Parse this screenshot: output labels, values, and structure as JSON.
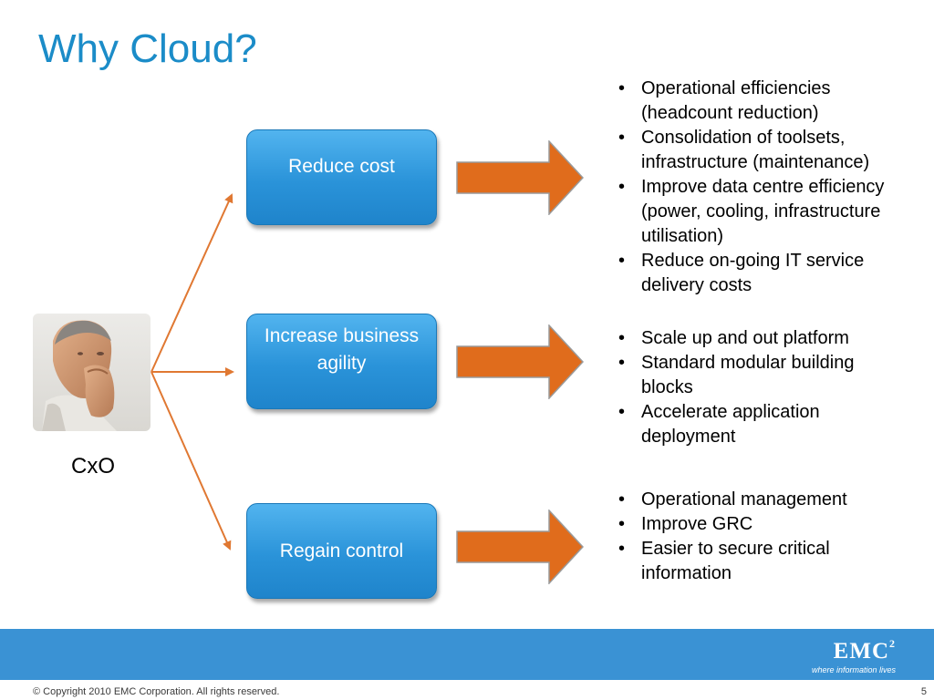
{
  "slide": {
    "title": "Why Cloud?",
    "person_label": "CxO"
  },
  "colors": {
    "title": "#1b8cc8",
    "box_fill": "#2a93d9",
    "arrow_fill": "#e06c1c",
    "connector": "#e07832",
    "footer": "#3a92d4"
  },
  "boxes": [
    {
      "label": "Reduce cost"
    },
    {
      "label": "Increase business agility"
    },
    {
      "label": "Regain control"
    }
  ],
  "bullet_groups": [
    {
      "items": [
        "Operational efficiencies (headcount reduction)",
        "Consolidation of toolsets, infrastructure (maintenance)",
        "Improve data centre efficiency (power, cooling, infrastructure utilisation)",
        "Reduce on-going IT service delivery costs"
      ]
    },
    {
      "items": [
        "Scale up and out platform",
        "Standard modular building blocks",
        "Accelerate application deployment"
      ]
    },
    {
      "items": [
        "Operational management",
        "Improve GRC",
        "Easier to secure critical information"
      ]
    }
  ],
  "footer": {
    "logo_text": "EMC",
    "logo_superscript": "2",
    "logo_tagline": "where information lives",
    "copyright": "© Copyright 2010 EMC Corporation. All rights reserved.",
    "page_number": "5"
  }
}
